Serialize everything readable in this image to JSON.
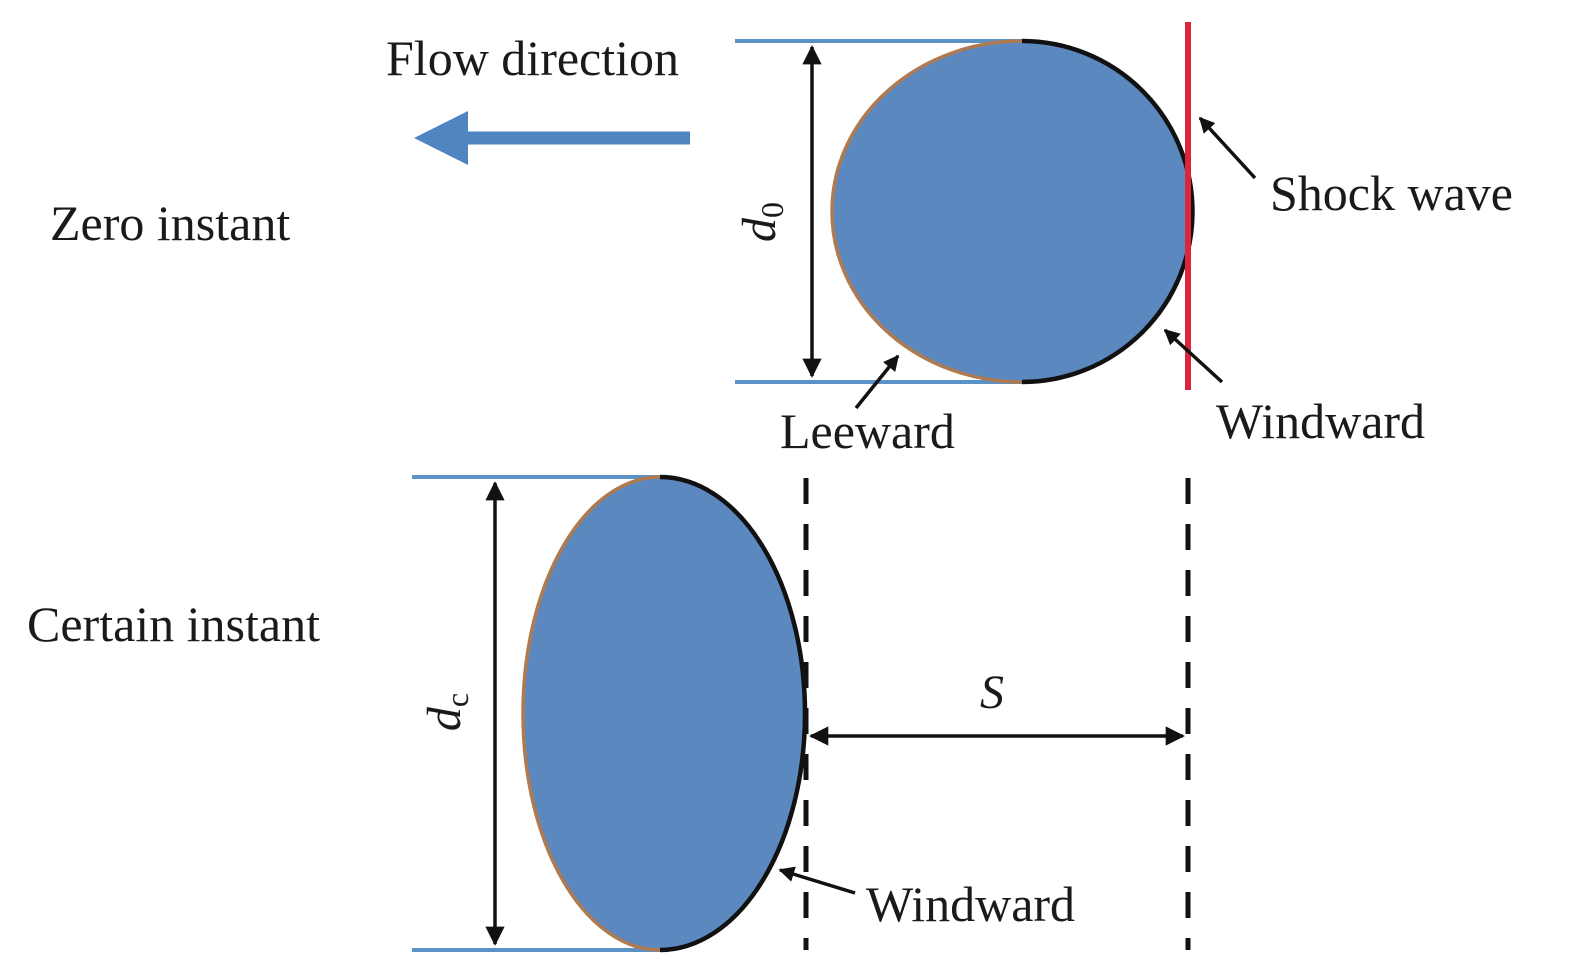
{
  "labels": {
    "flow_direction": "Flow direction",
    "zero_instant": "Zero instant",
    "certain_instant": "Certain instant",
    "shock_wave": "Shock wave",
    "leeward": "Leeward",
    "windward_top": "Windward",
    "windward_bottom": "Windward"
  },
  "symbols": {
    "d0_main": "d",
    "d0_sub": "0",
    "dc_main": "d",
    "dc_sub": "c",
    "s": "S"
  },
  "colors": {
    "droplet_fill": "#5a88bf",
    "guide_line": "#5b92c6",
    "flow_arrow": "#4f86c2",
    "shock_wave": "#d9263c",
    "leeward_edge": "#b07a50",
    "windward_edge": "#111111"
  }
}
